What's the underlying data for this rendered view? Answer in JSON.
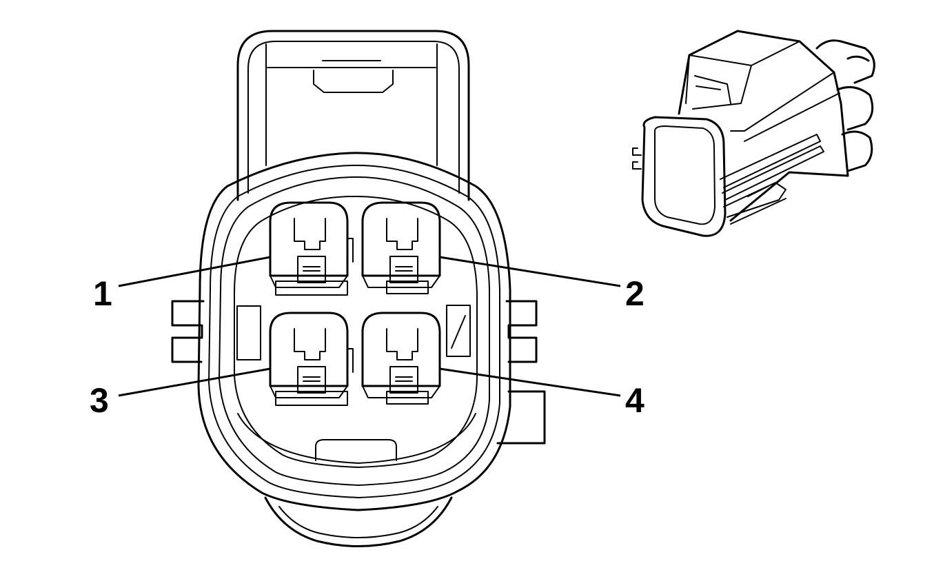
{
  "terminals": [
    {
      "id": "1",
      "label": "1"
    },
    {
      "id": "2",
      "label": "2"
    },
    {
      "id": "3",
      "label": "3"
    },
    {
      "id": "4",
      "label": "4"
    }
  ],
  "colors": {
    "line": "#000000",
    "background": "#ffffff"
  }
}
